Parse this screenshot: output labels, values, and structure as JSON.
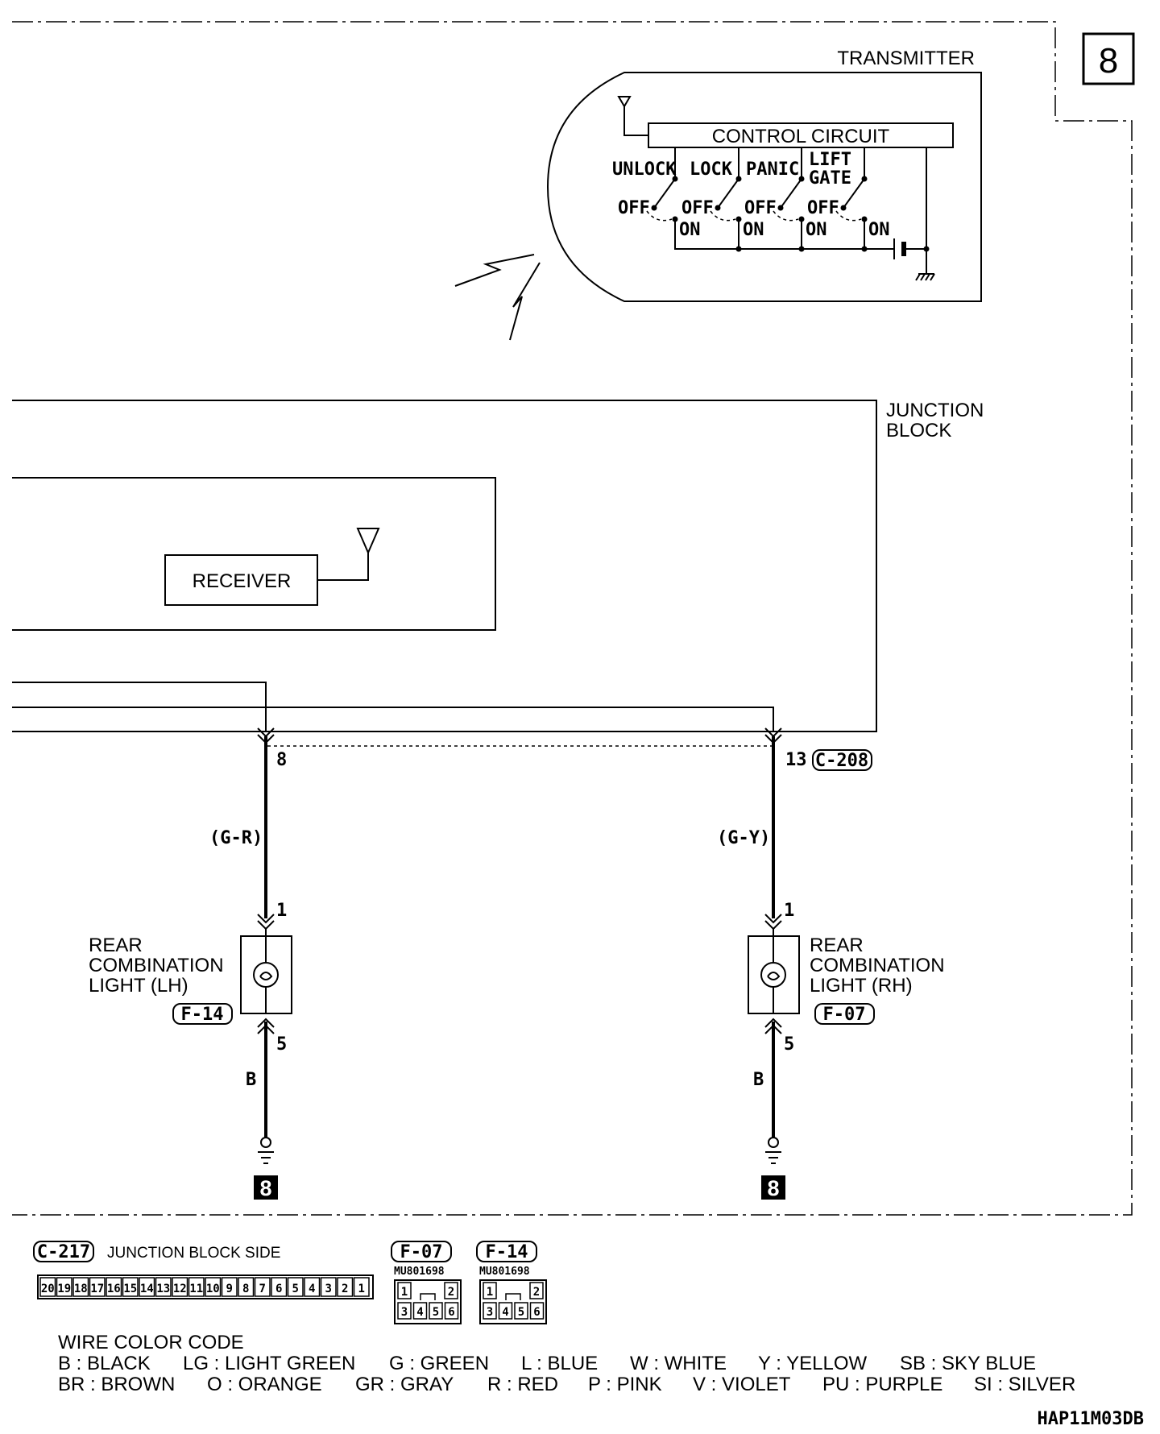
{
  "page_marker": "8",
  "transmitter": {
    "title": "TRANSMITTER",
    "control_circuit": "CONTROL CIRCUIT",
    "switches": [
      {
        "name": "UNLOCK",
        "off": "OFF",
        "on": "ON"
      },
      {
        "name": "LOCK",
        "off": "OFF",
        "on": "ON"
      },
      {
        "name": "PANIC",
        "off": "OFF",
        "on": "ON"
      },
      {
        "name_line1": "LIFT",
        "name_line2": "GATE",
        "off": "OFF",
        "on": "ON"
      }
    ]
  },
  "junction_block": {
    "title_line1": "JUNCTION",
    "title_line2": "BLOCK",
    "receiver": "RECEIVER",
    "left_terminal": "8",
    "right_terminal": "13",
    "connector": "C-208"
  },
  "wires": {
    "left_color": "(G-R)",
    "right_color": "(G-Y)",
    "ground_color": "B"
  },
  "left_light": {
    "line1": "REAR",
    "line2": "COMBINATION",
    "line3": "LIGHT (LH)",
    "connector": "F-14",
    "pin_top": "1",
    "pin_bottom": "5",
    "ground_ref": "8"
  },
  "right_light": {
    "line1": "REAR",
    "line2": "COMBINATION",
    "line3": "LIGHT (RH)",
    "connector": "F-07",
    "pin_top": "1",
    "pin_bottom": "5",
    "ground_ref": "8"
  },
  "connector_views": {
    "c217": {
      "id": "C-217",
      "label": "JUNCTION BLOCK SIDE",
      "pins": [
        "20",
        "19",
        "18",
        "17",
        "16",
        "15",
        "14",
        "13",
        "12",
        "11",
        "10",
        "9",
        "8",
        "7",
        "6",
        "5",
        "4",
        "3",
        "2",
        "1"
      ]
    },
    "f07": {
      "id": "F-07",
      "part": "MU801698",
      "pins_top": [
        "1",
        "2"
      ],
      "pins_bottom": [
        "3",
        "4",
        "5",
        "6"
      ]
    },
    "f14": {
      "id": "F-14",
      "part": "MU801698",
      "pins_top": [
        "1",
        "2"
      ],
      "pins_bottom": [
        "3",
        "4",
        "5",
        "6"
      ]
    }
  },
  "wire_color_code": {
    "title": "WIRE COLOR CODE",
    "row1": [
      "B : BLACK",
      "LG : LIGHT GREEN",
      "G : GREEN",
      "L : BLUE",
      "W : WHITE",
      "Y : YELLOW",
      "SB : SKY BLUE"
    ],
    "row2": [
      "BR : BROWN",
      "O : ORANGE",
      "GR : GRAY",
      "R : RED",
      "P : PINK",
      "V : VIOLET",
      "PU : PURPLE",
      "SI : SILVER"
    ]
  },
  "figure_code": "HAP11M03DB"
}
